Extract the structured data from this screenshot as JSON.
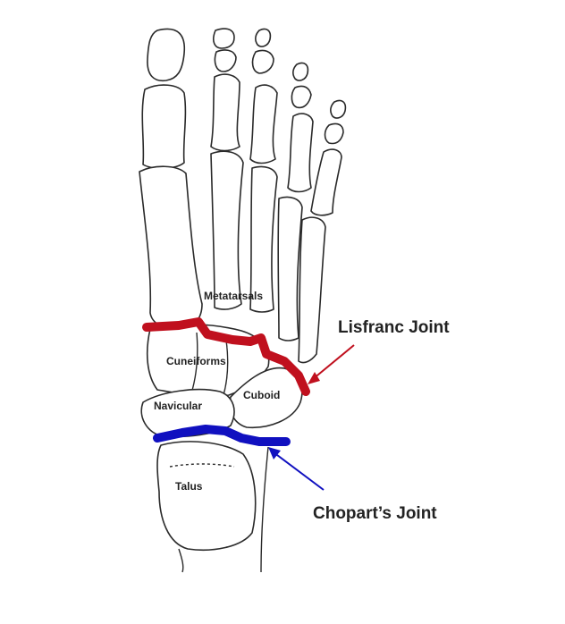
{
  "labels": {
    "metatarsals": "Metatarsals",
    "cuneiforms": "Cuneiforms",
    "navicular": "Navicular",
    "cuboid": "Cuboid",
    "talus": "Talus"
  },
  "joints": {
    "lisfranc": {
      "label": "Lisfranc Joint",
      "color": "#c0101e"
    },
    "chopart": {
      "label": "Chopart’s Joint",
      "color": "#1010c0"
    }
  }
}
